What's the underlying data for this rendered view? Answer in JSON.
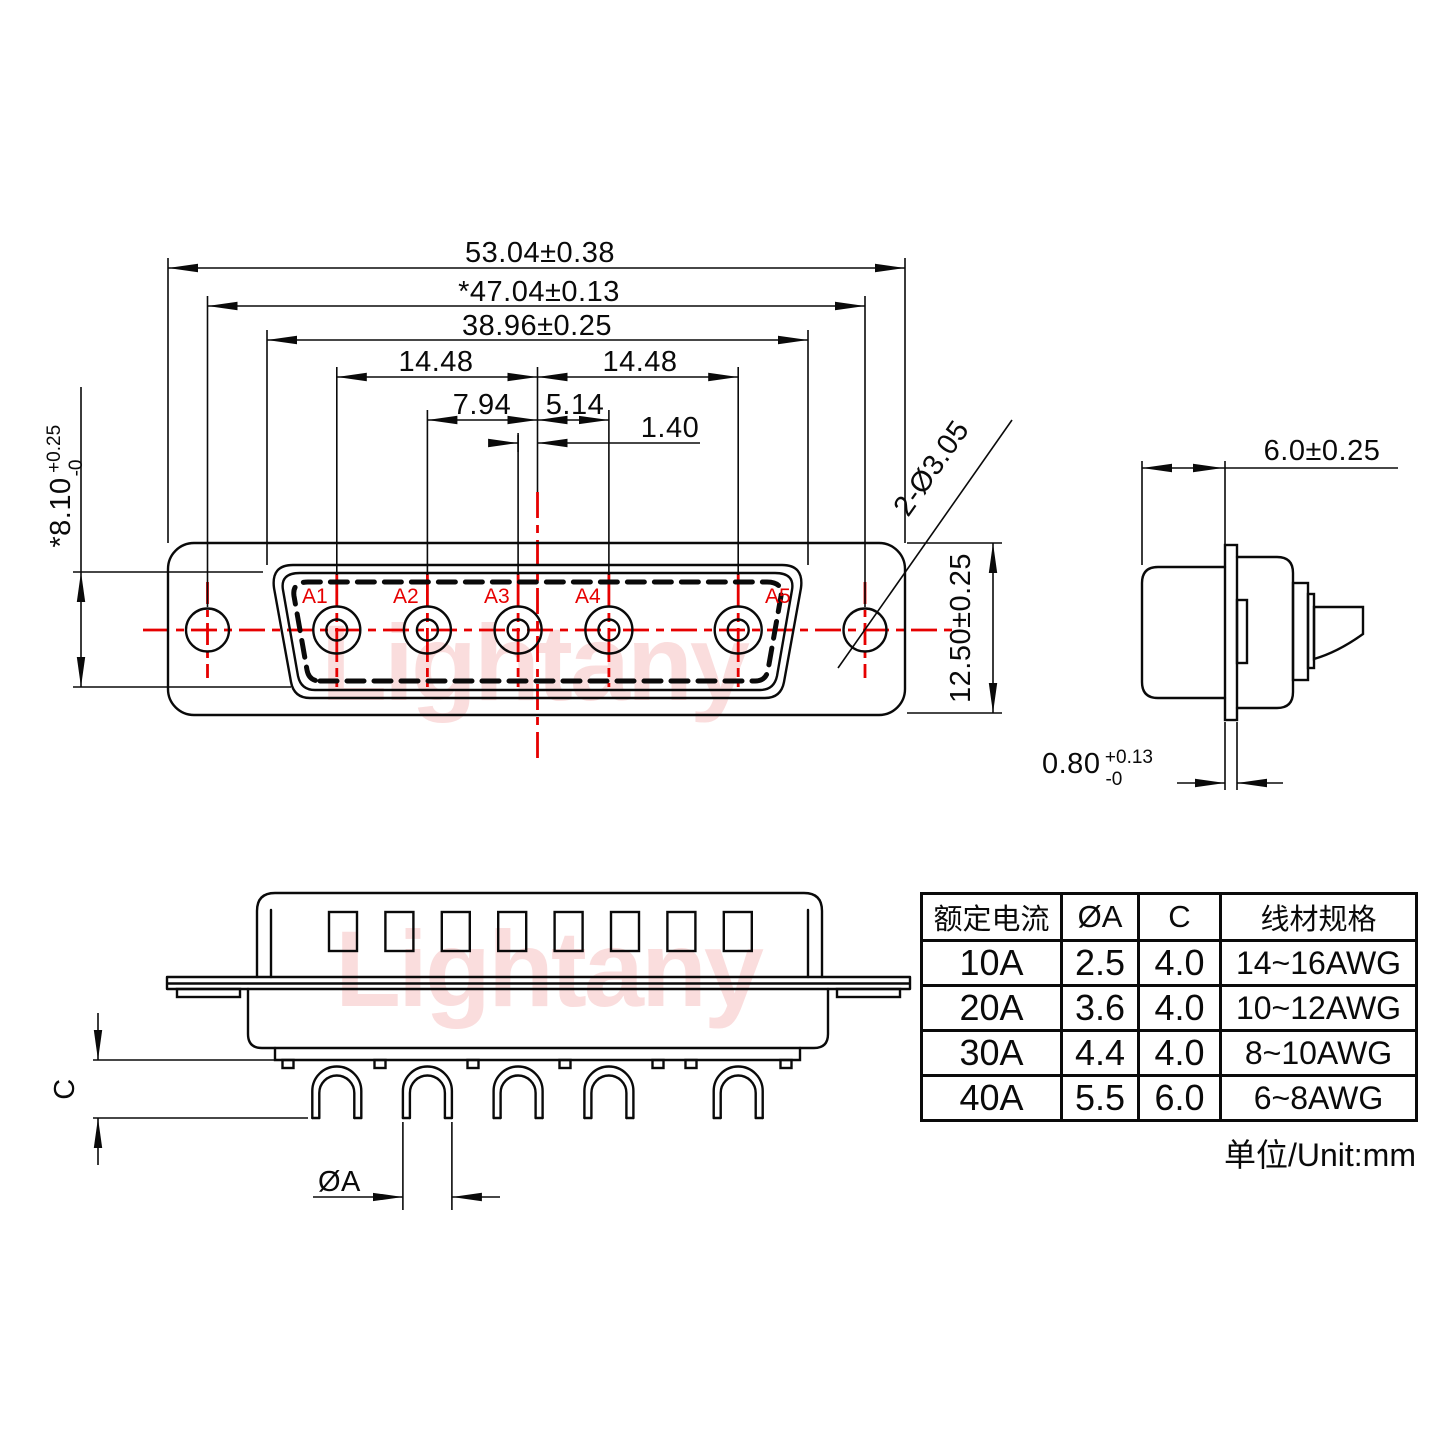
{
  "watermark": {
    "text": "Lightany"
  },
  "front_view": {
    "dims": {
      "overall_width": "53.04±0.38",
      "hole_spacing": "*47.04±0.13",
      "shell_width": "38.96±0.25",
      "pitch_left": "14.48",
      "pitch_right": "14.48",
      "a2_to_center": "7.94",
      "center_to_a4": "5.14",
      "a3_to_center": "1.40",
      "shell_height_main": "*8.10",
      "shell_height_tol_plus": "+0.25",
      "shell_height_tol_minus": "-0",
      "flange_height": "12.50±0.25",
      "mounting_holes": "2-Ø3.05"
    },
    "pins": [
      "A1",
      "A2",
      "A3",
      "A4",
      "A5"
    ]
  },
  "side_view": {
    "dims": {
      "shell_depth": "6.0±0.25",
      "flange_thickness_main": "0.80",
      "flange_thickness_tol_plus": "+0.13",
      "flange_thickness_tol_minus": "-0"
    }
  },
  "bottom_view": {
    "dims": {
      "solder_cup_depth": "C",
      "pin_diameter": "ØA"
    }
  },
  "spec_table": {
    "headers": [
      "额定电流",
      "ØA",
      "C",
      "线材规格"
    ],
    "rows": [
      {
        "current": "10A",
        "dia": "2.5",
        "c": "4.0",
        "wire": "14~16AWG"
      },
      {
        "current": "20A",
        "dia": "3.6",
        "c": "4.0",
        "wire": "10~12AWG"
      },
      {
        "current": "30A",
        "dia": "4.4",
        "c": "4.0",
        "wire": "8~10AWG"
      },
      {
        "current": "40A",
        "dia": "5.5",
        "c": "6.0",
        "wire": "6~8AWG"
      }
    ],
    "unit_note": "单位/Unit:mm"
  },
  "colors": {
    "line": "#0a0a0a",
    "red": "#e60000",
    "watermark": "#f5bcbc"
  }
}
